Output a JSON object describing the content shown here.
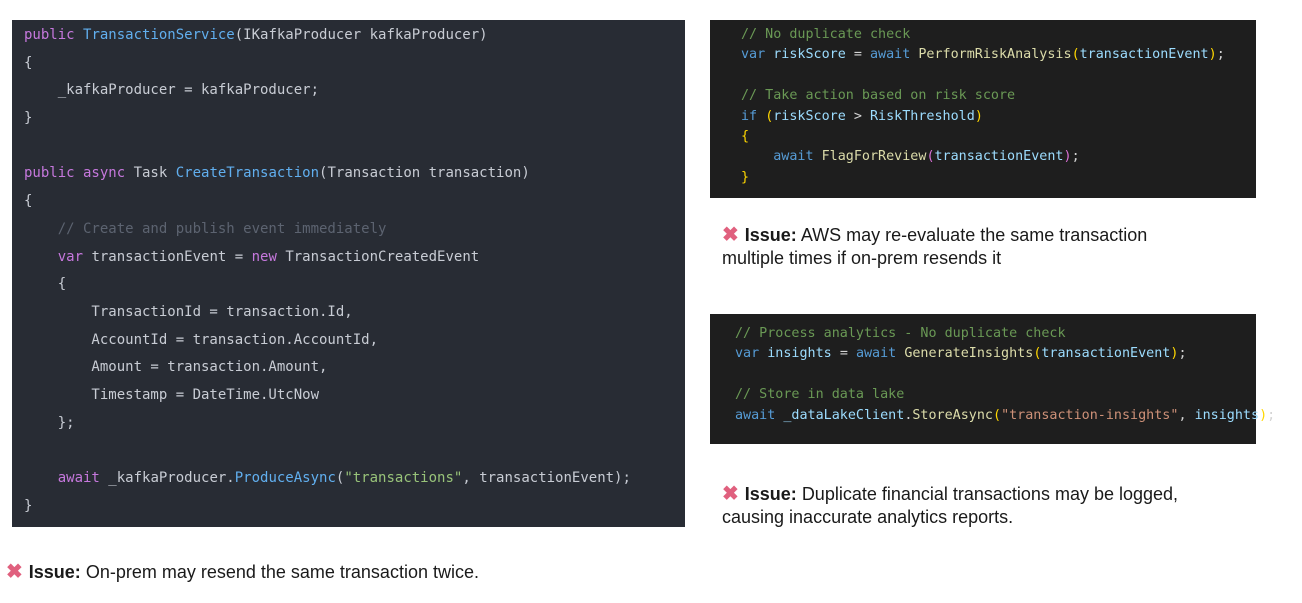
{
  "left_code": [
    [
      [
        "k",
        "public "
      ],
      [
        "f",
        "TransactionService"
      ],
      [
        "t",
        "(IKafkaProducer kafkaProducer)"
      ]
    ],
    [
      [
        "t",
        "{"
      ]
    ],
    [
      [
        "t",
        "    _kafkaProducer = kafkaProducer;"
      ]
    ],
    [
      [
        "t",
        "}"
      ]
    ],
    [],
    [
      [
        "k",
        "public async "
      ],
      [
        "t",
        "Task "
      ],
      [
        "f",
        "CreateTransaction"
      ],
      [
        "t",
        "(Transaction transaction)"
      ]
    ],
    [
      [
        "t",
        "{"
      ]
    ],
    [
      [
        "c",
        "    // Create and publish event immediately"
      ]
    ],
    [
      [
        "k",
        "    var "
      ],
      [
        "t",
        "transactionEvent = "
      ],
      [
        "k",
        "new "
      ],
      [
        "t",
        "TransactionCreatedEvent"
      ]
    ],
    [
      [
        "t",
        "    {"
      ]
    ],
    [
      [
        "t",
        "        TransactionId = transaction.Id,"
      ]
    ],
    [
      [
        "t",
        "        AccountId = transaction.AccountId,"
      ]
    ],
    [
      [
        "t",
        "        Amount = transaction.Amount,"
      ]
    ],
    [
      [
        "t",
        "        Timestamp = DateTime.UtcNow"
      ]
    ],
    [
      [
        "t",
        "    };"
      ]
    ],
    [],
    [
      [
        "k",
        "    await "
      ],
      [
        "t",
        "_kafkaProducer."
      ],
      [
        "f",
        "ProduceAsync"
      ],
      [
        "t",
        "("
      ],
      [
        "s",
        "\"transactions\""
      ],
      [
        "t",
        ", transactionEvent);"
      ]
    ],
    [
      [
        "t",
        "}"
      ]
    ]
  ],
  "right_code_1": [
    [
      [
        "c",
        "// No duplicate check"
      ]
    ],
    [
      [
        "k",
        "var "
      ],
      [
        "v",
        "riskScore "
      ],
      [
        "t",
        "= "
      ],
      [
        "k",
        "await "
      ],
      [
        "f",
        "PerformRiskAnalysis"
      ],
      [
        "y",
        "("
      ],
      [
        "v",
        "transactionEvent"
      ],
      [
        "y",
        ")"
      ],
      [
        "t",
        ";"
      ]
    ],
    [],
    [
      [
        "c",
        "// Take action based on risk score"
      ]
    ],
    [
      [
        "k",
        "if "
      ],
      [
        "y",
        "("
      ],
      [
        "v",
        "riskScore "
      ],
      [
        "t",
        "> "
      ],
      [
        "v",
        "RiskThreshold"
      ],
      [
        "y",
        ")"
      ]
    ],
    [
      [
        "y",
        "{"
      ]
    ],
    [
      [
        "t",
        "    "
      ],
      [
        "k",
        "await "
      ],
      [
        "f",
        "FlagForReview"
      ],
      [
        "m",
        "("
      ],
      [
        "v",
        "transactionEvent"
      ],
      [
        "m",
        ")"
      ],
      [
        "t",
        ";"
      ]
    ],
    [
      [
        "y",
        "}"
      ]
    ]
  ],
  "right_code_2": [
    [
      [
        "c",
        "// Process analytics - No duplicate check"
      ]
    ],
    [
      [
        "k",
        "var "
      ],
      [
        "v",
        "insights "
      ],
      [
        "t",
        "= "
      ],
      [
        "k",
        "await "
      ],
      [
        "f",
        "GenerateInsights"
      ],
      [
        "y",
        "("
      ],
      [
        "v",
        "transactionEvent"
      ],
      [
        "y",
        ")"
      ],
      [
        "t",
        ";"
      ]
    ],
    [],
    [
      [
        "c",
        "// Store in data lake"
      ]
    ],
    [
      [
        "k",
        "await "
      ],
      [
        "v",
        "_dataLakeClient"
      ],
      [
        "t",
        "."
      ],
      [
        "f",
        "StoreAsync"
      ],
      [
        "y",
        "("
      ],
      [
        "s",
        "\"transaction-insights\""
      ],
      [
        "t",
        ", "
      ],
      [
        "v",
        "insights"
      ],
      [
        "y",
        ")"
      ],
      [
        "t",
        ";"
      ]
    ]
  ],
  "issues": {
    "icon": "cross-mark-icon",
    "icon_glyph": "✖",
    "label": "Issue:",
    "left": "On-prem may resend the same transaction twice.",
    "right_1_line1": "AWS may re-evaluate the same transaction",
    "right_1_line2": "multiple times if on-prem resends it",
    "right_2_line1": "Duplicate financial transactions may be logged,",
    "right_2_line2": "causing inaccurate analytics reports."
  }
}
